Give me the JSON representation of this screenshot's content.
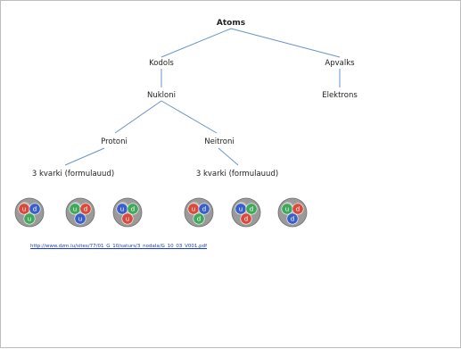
{
  "diagram": {
    "root": "Atoms",
    "nucleus": "Kodols",
    "shell": "Apvalks",
    "nucleons": "Nukloni",
    "electrons": "Elektrons",
    "protons": "Protoni",
    "neutrons": "Neitroni",
    "proton_quarks": "3 kvarki (formulauud)",
    "neutron_quarks": "3 kvarki (formulauud)"
  },
  "colors": {
    "connector": "#6a95c8",
    "red": "#d84a3c",
    "green": "#3fa85a",
    "blue": "#3a60c8"
  },
  "proton_balls": [
    {
      "quarks": [
        {
          "letter": "u",
          "color": "red"
        },
        {
          "letter": "d",
          "color": "blue"
        },
        {
          "letter": "u",
          "color": "green"
        }
      ]
    },
    {
      "quarks": [
        {
          "letter": "u",
          "color": "green"
        },
        {
          "letter": "d",
          "color": "red"
        },
        {
          "letter": "u",
          "color": "blue"
        }
      ]
    },
    {
      "quarks": [
        {
          "letter": "u",
          "color": "blue"
        },
        {
          "letter": "d",
          "color": "green"
        },
        {
          "letter": "u",
          "color": "red"
        }
      ]
    }
  ],
  "neutron_balls": [
    {
      "quarks": [
        {
          "letter": "u",
          "color": "red"
        },
        {
          "letter": "d",
          "color": "blue"
        },
        {
          "letter": "d",
          "color": "green"
        }
      ]
    },
    {
      "quarks": [
        {
          "letter": "u",
          "color": "blue"
        },
        {
          "letter": "d",
          "color": "green"
        },
        {
          "letter": "d",
          "color": "red"
        }
      ]
    },
    {
      "quarks": [
        {
          "letter": "u",
          "color": "green"
        },
        {
          "letter": "d",
          "color": "red"
        },
        {
          "letter": "d",
          "color": "blue"
        }
      ]
    }
  ],
  "link": "http://www.dzm.lu/sites/77/01_G_10/saturs/3_nodala/G_10_03_V001.pdf"
}
